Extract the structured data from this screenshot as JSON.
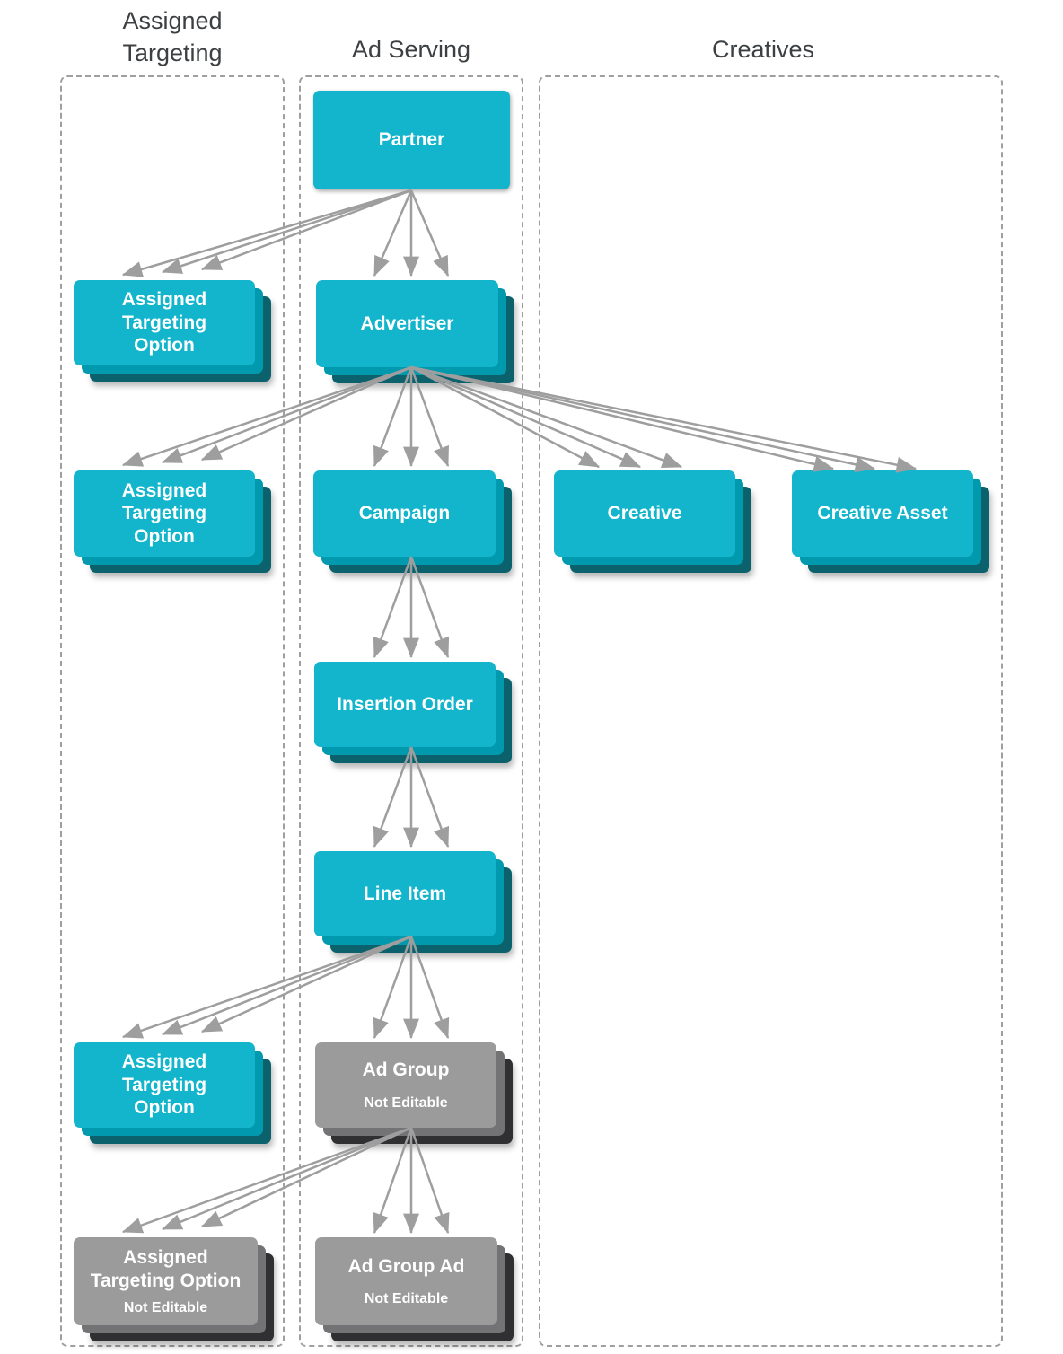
{
  "headers": {
    "assigned_targeting": "Assigned\nTargeting",
    "ad_serving": "Ad Serving",
    "creatives": "Creatives"
  },
  "nodes": {
    "partner": {
      "label": "Partner"
    },
    "assigned_targeting_option_1": {
      "label": "Assigned\nTargeting\nOption"
    },
    "advertiser": {
      "label": "Advertiser"
    },
    "assigned_targeting_option_2": {
      "label": "Assigned\nTargeting\nOption"
    },
    "campaign": {
      "label": "Campaign"
    },
    "creative": {
      "label": "Creative"
    },
    "creative_asset": {
      "label": "Creative Asset"
    },
    "insertion_order": {
      "label": "Insertion Order"
    },
    "line_item": {
      "label": "Line Item"
    },
    "assigned_targeting_option_3": {
      "label": "Assigned\nTargeting\nOption"
    },
    "ad_group": {
      "label": "Ad Group",
      "sublabel": "Not Editable"
    },
    "assigned_targeting_option_4": {
      "label": "Assigned\nTargeting Option",
      "sublabel": "Not Editable"
    },
    "ad_group_ad": {
      "label": "Ad Group Ad",
      "sublabel": "Not Editable"
    }
  },
  "edges": [
    {
      "from": "partner",
      "to": "assigned_targeting_option_1",
      "arrows": 3
    },
    {
      "from": "partner",
      "to": "advertiser",
      "arrows": 3
    },
    {
      "from": "advertiser",
      "to": "assigned_targeting_option_2",
      "arrows": 3
    },
    {
      "from": "advertiser",
      "to": "campaign",
      "arrows": 3
    },
    {
      "from": "advertiser",
      "to": "creative",
      "arrows": 3
    },
    {
      "from": "advertiser",
      "to": "creative_asset",
      "arrows": 3
    },
    {
      "from": "campaign",
      "to": "insertion_order",
      "arrows": 3
    },
    {
      "from": "insertion_order",
      "to": "line_item",
      "arrows": 3
    },
    {
      "from": "line_item",
      "to": "assigned_targeting_option_3",
      "arrows": 3
    },
    {
      "from": "line_item",
      "to": "ad_group",
      "arrows": 3
    },
    {
      "from": "ad_group",
      "to": "assigned_targeting_option_4",
      "arrows": 3
    },
    {
      "from": "ad_group",
      "to": "ad_group_ad",
      "arrows": 3
    }
  ],
  "colors": {
    "node_teal": "#12b5cb",
    "node_teal_layer2": "#0099ad",
    "node_teal_layer3": "#0b626d",
    "node_gray": "#9b9b9b",
    "node_gray_layer2": "#737375",
    "node_gray_layer3": "#303032",
    "arrow": "#9e9e9e",
    "column_border": "#9f9f9f",
    "header_text": "#3c4043",
    "node_text": "#ffffff"
  }
}
